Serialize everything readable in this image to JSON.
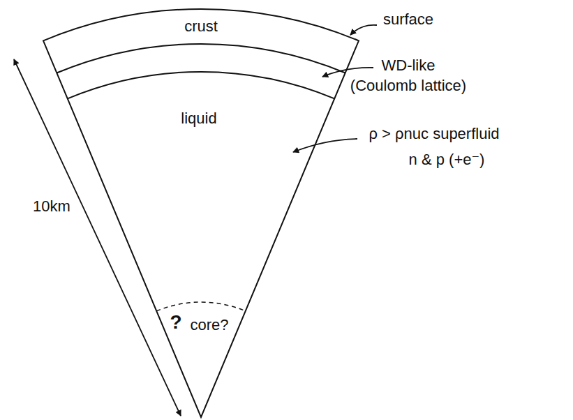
{
  "diagram": {
    "labels": [
      "surface",
      "crust",
      "WD-like",
      "(Coulomb lattice)",
      "liquid",
      "ρ > ρnuc superfluid",
      "n & p (+e⁻)",
      "10km",
      "?",
      "core?"
    ]
  }
}
